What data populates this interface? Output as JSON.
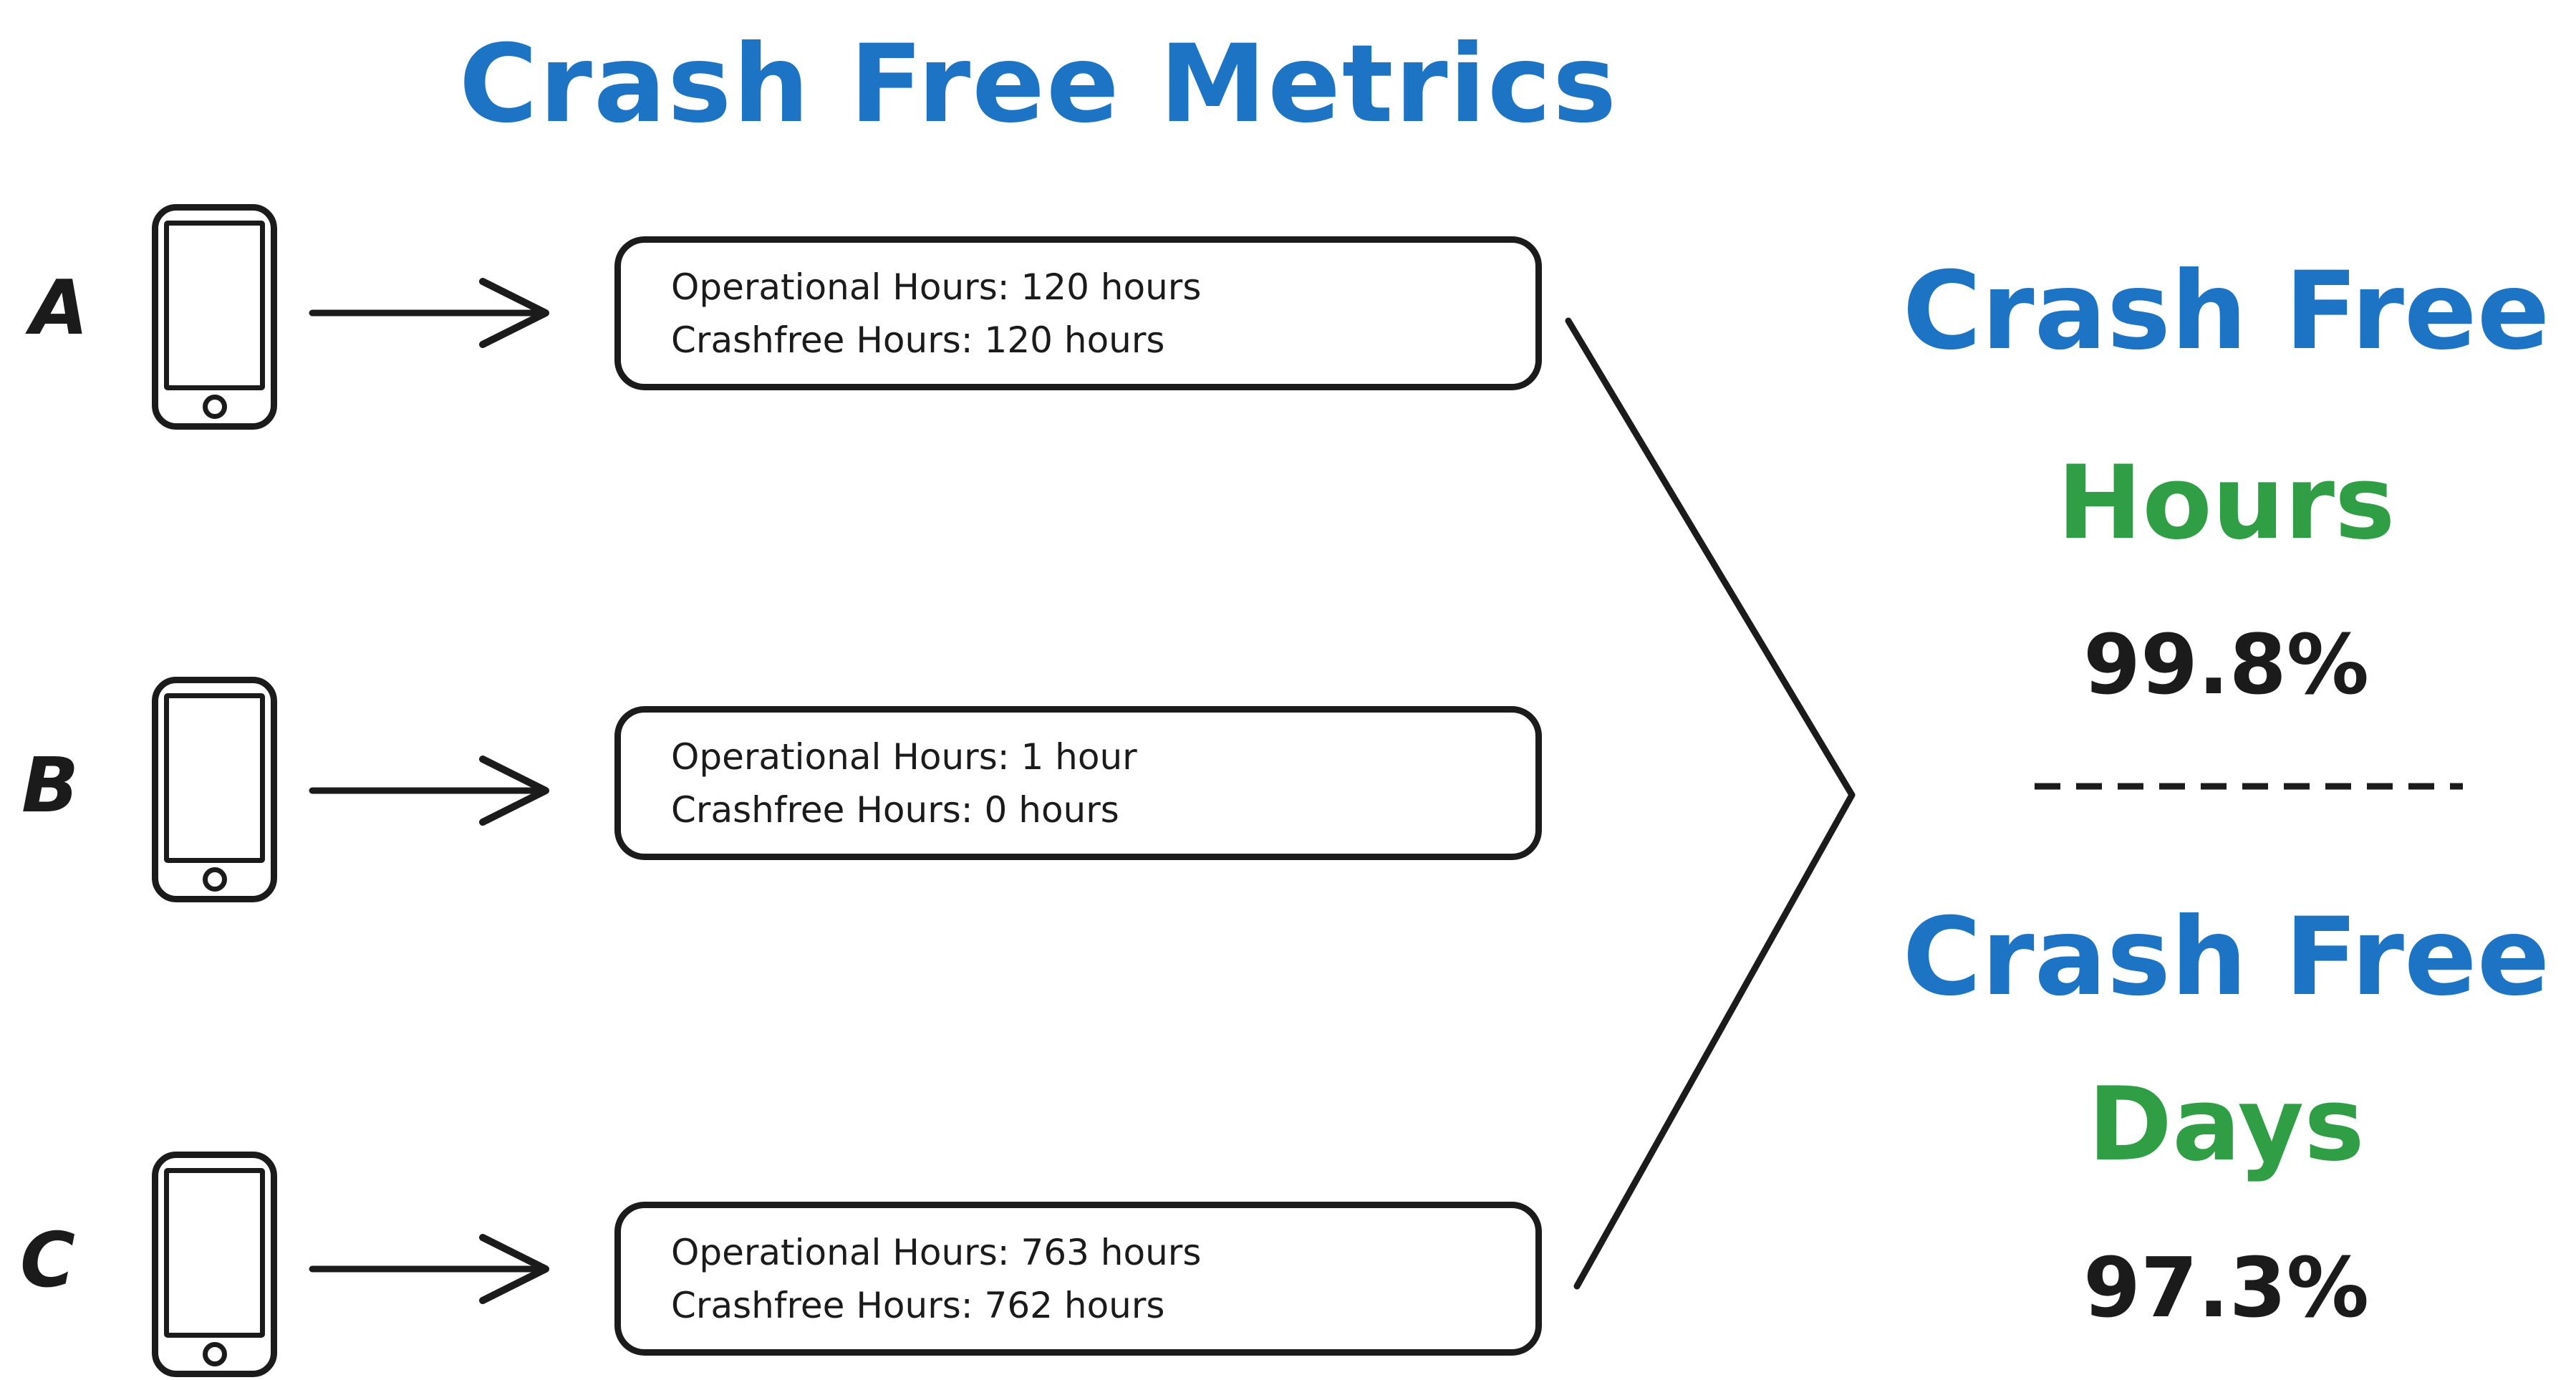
{
  "title": "Crash Free Metrics",
  "palette": {
    "blue": "#1d74c5",
    "green": "#2f9e44",
    "ink": "#1b1b1b"
  },
  "devices": [
    {
      "label": "A",
      "lines": [
        "Operational Hours: 120 hours",
        "Crashfree Hours: 120 hours"
      ]
    },
    {
      "label": "B",
      "lines": [
        "Operational Hours: 1 hour",
        "Crashfree Hours: 0 hours"
      ]
    },
    {
      "label": "C",
      "lines": [
        "Operational Hours: 763 hours",
        "Crashfree Hours: 762 hours"
      ]
    }
  ],
  "metrics": [
    {
      "name": "Crash Free",
      "unit": "Hours",
      "value": "99.8%"
    },
    {
      "name": "Crash Free",
      "unit": "Days",
      "value": "97.3%"
    }
  ]
}
